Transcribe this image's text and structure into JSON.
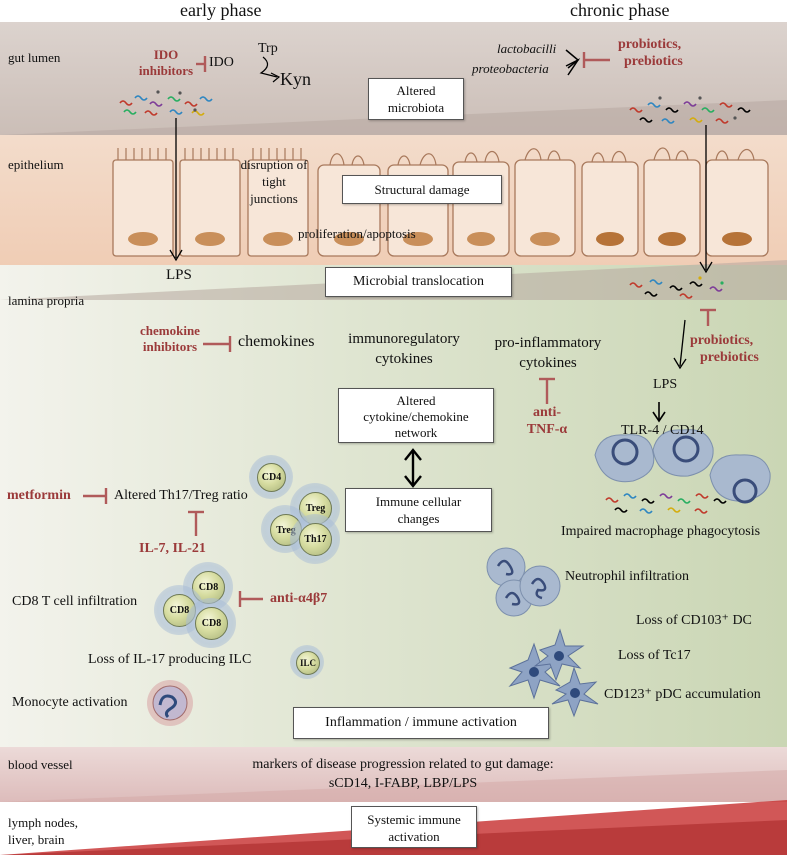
{
  "headers": {
    "early": "early phase",
    "chronic": "chronic phase"
  },
  "regions": {
    "gut_lumen": "gut lumen",
    "epithelium": "epithelium",
    "lamina_propria": "lamina propria",
    "blood_vessel": "blood vessel",
    "lymph_line1": "lymph nodes,",
    "lymph_line2": "liver, brain"
  },
  "lumen": {
    "ido_inhibitors_1": "IDO",
    "ido_inhibitors_2": "inhibitors",
    "ido": "IDO",
    "trp": "Trp",
    "kyn": "Kyn",
    "lactobacilli": "lactobacilli",
    "proteobacteria": "proteobacteria",
    "probiotics_1": "probiotics,",
    "probiotics_2": "prebiotics"
  },
  "epithelium": {
    "disruption_1": "disruption of",
    "disruption_2": "tight",
    "disruption_3": "junctions",
    "prolif": "proliferation/apoptosis"
  },
  "boxes": {
    "altered_microbiota_1": "Altered",
    "altered_microbiota_2": "microbiota",
    "structural_damage": "Structural damage",
    "microbial_translocation": "Microbial translocation",
    "network_1": "Altered",
    "network_2": "cytokine/chemokine",
    "network_3": "network",
    "immune_cellular_1": "Immune cellular",
    "immune_cellular_2": "changes",
    "inflammation": "Inflammation /  immune activation",
    "systemic_1": "Systemic immune",
    "systemic_2": "activation"
  },
  "lamina": {
    "lps_left": "LPS",
    "chemokine_inh_1": "chemokine",
    "chemokine_inh_2": "inhibitors",
    "chemokines": "chemokines",
    "immunoreg_1": "immunoregulatory",
    "immunoreg_2": "cytokines",
    "proinf_1": "pro-inflammatory",
    "proinf_2": "cytokines",
    "anti_tnf_1": "anti-",
    "anti_tnf_2": "TNF-α",
    "probiotics2_1": "probiotics,",
    "probiotics2_2": "prebiotics",
    "lps_right": "LPS",
    "tlr4": "TLR-4 / CD14",
    "impaired_macrophage": "Impaired macrophage phagocytosis",
    "metformin": "metformin",
    "th17_treg": "Altered Th17/Treg ratio",
    "il7": "IL-7, IL-21",
    "cd8_infiltration": "CD8 T cell infiltration",
    "anti_a4b7": "anti-α4β7",
    "loss_ilc": "Loss of IL-17 producing ILC",
    "monocyte": "Monocyte activation",
    "neutrophil": "Neutrophil infiltration",
    "loss_cd103": "Loss of CD103⁺ DC",
    "loss_tc17": "Loss of Tc17",
    "pdc": "CD123⁺ pDC accumulation"
  },
  "cells": {
    "cd4": "CD4",
    "treg": "Treg",
    "th17": "Th17",
    "cd8": "CD8",
    "ilc": "ILC"
  },
  "blood": {
    "markers_1": "markers of disease progression related to gut damage:",
    "markers_2": "sCD14, I-FABP, LBP/LPS"
  },
  "colors": {
    "lumen": "#cfc3bd",
    "epithelium": "#f2d6c0",
    "lamina": "#d7dfc4",
    "blood": "#e3c7c5",
    "accent_red": "#9b3a3a"
  }
}
